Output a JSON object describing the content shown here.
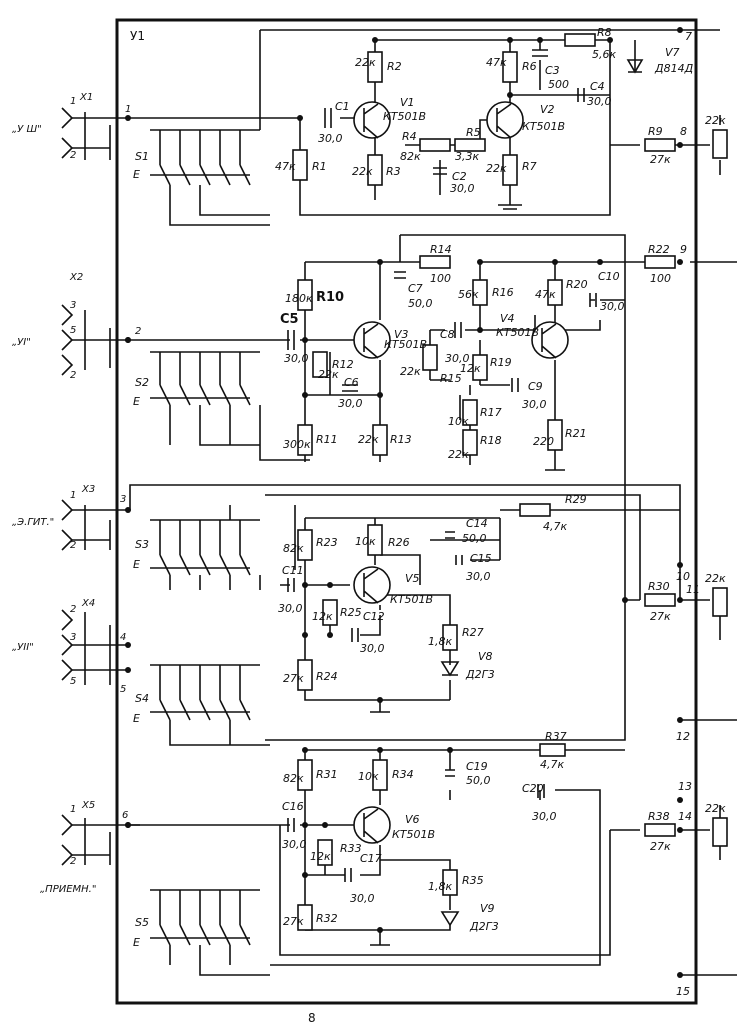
{
  "block_label": "У1",
  "inputs": [
    {
      "connector": "X1",
      "name": "„У Ш\"",
      "pins": [
        "1",
        "2"
      ],
      "board_pin": "1",
      "switch": "S1"
    },
    {
      "connector": "X2",
      "name": "„УI\"",
      "pins": [
        "3",
        "5",
        "2"
      ],
      "board_pin": "2",
      "switch": "S2"
    },
    {
      "connector": "X3",
      "name": "„Э.ГИТ.\"",
      "pins": [
        "1",
        "2"
      ],
      "board_pin": "3",
      "switch": "S3"
    },
    {
      "connector": "X4",
      "name": "„УII\"",
      "pins": [
        "2",
        "3",
        "5"
      ],
      "board_pin": "4",
      "board_pin2": "5",
      "switch": "S4"
    },
    {
      "connector": "X5",
      "name": "„ПРИЕМН.\"",
      "pins": [
        "1",
        "2"
      ],
      "board_pin": "6",
      "switch": "S5"
    }
  ],
  "switch_ground_symbol": "E",
  "stage1": {
    "components": [
      {
        "ref": "R2",
        "value": "22к"
      },
      {
        "ref": "R1",
        "value": "47к"
      },
      {
        "ref": "C1",
        "value": "30,0"
      },
      {
        "ref": "R3",
        "value": "22к"
      },
      {
        "ref": "R4",
        "value": "82к"
      },
      {
        "ref": "R5",
        "value": "3,3к"
      },
      {
        "ref": "C2",
        "value": "30,0"
      },
      {
        "ref": "R6",
        "value": "47к"
      },
      {
        "ref": "R7",
        "value": "22к"
      },
      {
        "ref": "R8",
        "value": "5,6к"
      },
      {
        "ref": "C3",
        "value": "500"
      },
      {
        "ref": "C4",
        "value": "30,0"
      },
      {
        "ref": "V1",
        "value": "КТ501В"
      },
      {
        "ref": "V2",
        "value": "КТ501В"
      },
      {
        "ref": "V7",
        "value": "Д814Д"
      }
    ]
  },
  "stage2": {
    "components": [
      {
        "ref": "R10",
        "value": "180к"
      },
      {
        "ref": "C5",
        "value": "30,0"
      },
      {
        "ref": "R12",
        "value": "22к"
      },
      {
        "ref": "C6",
        "value": "30,0"
      },
      {
        "ref": "R11",
        "value": "300к"
      },
      {
        "ref": "R13",
        "value": "22к"
      },
      {
        "ref": "R14",
        "value": "100"
      },
      {
        "ref": "C7",
        "value": "50,0"
      },
      {
        "ref": "R16",
        "value": "56к"
      },
      {
        "ref": "R15",
        "value": "22к"
      },
      {
        "ref": "C8",
        "value": "30,0"
      },
      {
        "ref": "R19",
        "value": "12к"
      },
      {
        "ref": "R17",
        "value": "10к"
      },
      {
        "ref": "R18",
        "value": "22к"
      },
      {
        "ref": "R20",
        "value": "47к"
      },
      {
        "ref": "C10",
        "value": "30,0"
      },
      {
        "ref": "C9",
        "value": "30,0"
      },
      {
        "ref": "R21",
        "value": "220"
      },
      {
        "ref": "V3",
        "value": "КТ501В"
      },
      {
        "ref": "V4",
        "value": "КТ501В"
      }
    ]
  },
  "stage3": {
    "components": [
      {
        "ref": "R23",
        "value": "82к"
      },
      {
        "ref": "R26",
        "value": "10к"
      },
      {
        "ref": "C14",
        "value": "50,0"
      },
      {
        "ref": "C15",
        "value": "30,0"
      },
      {
        "ref": "C11",
        "value": "30,0"
      },
      {
        "ref": "R25",
        "value": "12к"
      },
      {
        "ref": "C12",
        "value": "30,0"
      },
      {
        "ref": "R27",
        "value": "1,8к"
      },
      {
        "ref": "R24",
        "value": "27к"
      },
      {
        "ref": "R29",
        "value": "4,7к"
      },
      {
        "ref": "V5",
        "value": "КТ501В"
      },
      {
        "ref": "V8",
        "value": "Д2Г3"
      }
    ]
  },
  "stage4": {
    "components": [
      {
        "ref": "R31",
        "value": "82к"
      },
      {
        "ref": "R34",
        "value": "10к"
      },
      {
        "ref": "C19",
        "value": "50,0"
      },
      {
        "ref": "R37",
        "value": "4,7к"
      },
      {
        "ref": "C20",
        "value": "30,0"
      },
      {
        "ref": "C16",
        "value": "30,0"
      },
      {
        "ref": "R33",
        "value": "12к"
      },
      {
        "ref": "C17",
        "value": "30,0"
      },
      {
        "ref": "R35",
        "value": "1,8к"
      },
      {
        "ref": "R32",
        "value": "27к"
      },
      {
        "ref": "V6",
        "value": "КТ501В"
      },
      {
        "ref": "V9",
        "value": "Д2Г3"
      }
    ]
  },
  "outputs": {
    "R9": {
      "ref": "R9",
      "value": "27к"
    },
    "R22": {
      "ref": "R22",
      "value": "100"
    },
    "R30": {
      "ref": "R30",
      "value": "27к"
    },
    "R38": {
      "ref": "R38",
      "value": "27к"
    },
    "pot_values": [
      "22к",
      "22к",
      "22к"
    ],
    "pins": [
      "7",
      "8",
      "9",
      "10",
      "11",
      "12",
      "13",
      "14",
      "15"
    ]
  },
  "page_number": "8"
}
